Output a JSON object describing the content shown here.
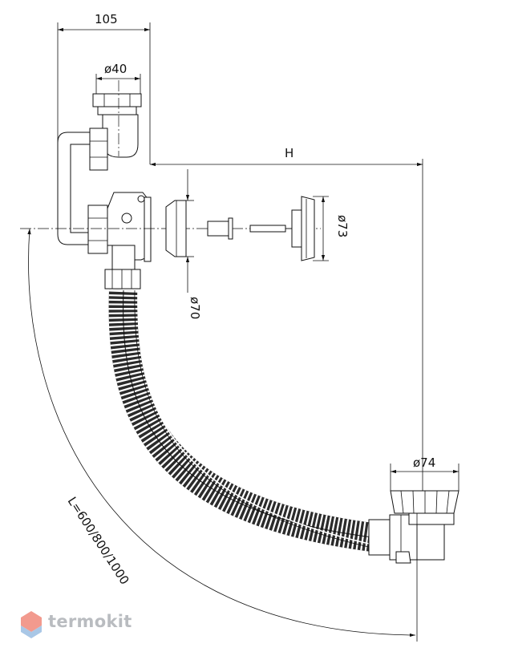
{
  "dimensions": {
    "width_105": "105",
    "dia_40": "ø40",
    "height_H": "H",
    "dia_73": "ø73",
    "dia_70": "ø70",
    "dia_74": "ø74",
    "length_L": "L=600/800/1000"
  },
  "watermark": {
    "brand": "termokit"
  },
  "colors": {
    "line": "#111111",
    "hose": "#2b2b2b",
    "watermark_text": "#b9bcc0",
    "watermark_icon_top": "#f29a8e",
    "watermark_icon_bottom": "#a9c7e6"
  }
}
